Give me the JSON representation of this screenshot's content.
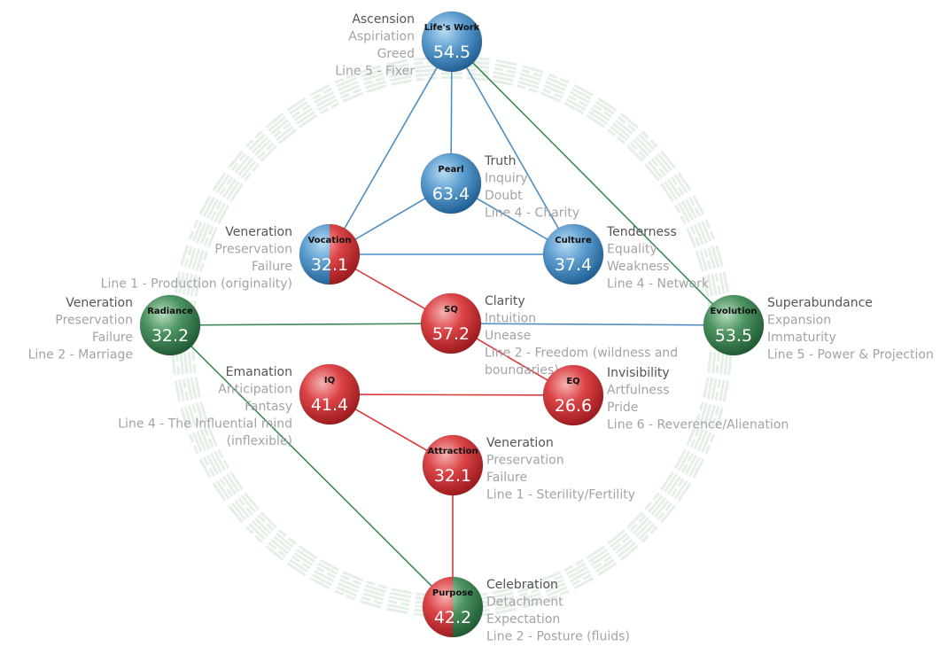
{
  "colors": {
    "blue": "#4f8ec2",
    "red": "#d9393c",
    "green": "#3d8a55",
    "ring": "#e4efe6",
    "label_primary": "#555555",
    "label_secondary": "#a3a3a3"
  },
  "gates": [
    {
      "id": "lifes-work",
      "name": "Life's Work",
      "value": "54.5",
      "fill": [
        "blue"
      ],
      "labels": [
        "Ascension",
        "Aspiriation",
        "Greed",
        "Line 5 - Fixer"
      ],
      "side": "left"
    },
    {
      "id": "pearl",
      "name": "Pearl",
      "value": "63.4",
      "fill": [
        "blue"
      ],
      "labels": [
        "Truth",
        "Inquiry",
        "Doubt",
        "Line 4 - Charity"
      ],
      "side": "right"
    },
    {
      "id": "vocation",
      "name": "Vocation",
      "value": "32.1",
      "fill": [
        "blue",
        "red"
      ],
      "labels": [
        "Veneration",
        "Preservation",
        "Failure",
        "Line 1 - Production (originality)"
      ],
      "side": "left"
    },
    {
      "id": "culture",
      "name": "Culture",
      "value": "37.4",
      "fill": [
        "blue"
      ],
      "labels": [
        "Tenderness",
        "Equality",
        "Weakness",
        "Line 4 - Network"
      ],
      "side": "right"
    },
    {
      "id": "radiance",
      "name": "Radiance",
      "value": "32.2",
      "fill": [
        "green"
      ],
      "labels": [
        "Veneration",
        "Preservation",
        "Failure",
        "Line 2 - Marriage"
      ],
      "side": "left"
    },
    {
      "id": "sq",
      "name": "SQ",
      "value": "57.2",
      "fill": [
        "red"
      ],
      "labels": [
        "Clarity",
        "Intuition",
        "Unease",
        "Line 2 - Freedom (wildness and",
        "boundaries)"
      ],
      "side": "right"
    },
    {
      "id": "evolution",
      "name": "Evolution",
      "value": "53.5",
      "fill": [
        "green"
      ],
      "labels": [
        "Superabundance",
        "Expansion",
        "Immaturity",
        "Line 5 - Power & Projection"
      ],
      "side": "right"
    },
    {
      "id": "iq",
      "name": "IQ",
      "value": "41.4",
      "fill": [
        "red"
      ],
      "labels": [
        "Emanation",
        "Anticipation",
        "Fantasy",
        "Line 4 - The Influential mind",
        "(inflexible)"
      ],
      "side": "left"
    },
    {
      "id": "eq",
      "name": "EQ",
      "value": "26.6",
      "fill": [
        "red"
      ],
      "labels": [
        "Invisibility",
        "Artfulness",
        "Pride",
        "Line 6 - Reverence/Alienation"
      ],
      "side": "right"
    },
    {
      "id": "attraction",
      "name": "Attraction",
      "value": "32.1",
      "fill": [
        "red"
      ],
      "labels": [
        "Veneration",
        "Preservation",
        "Failure",
        "Line 1 - Sterility/Fertility"
      ],
      "side": "right"
    },
    {
      "id": "purpose",
      "name": "Purpose",
      "value": "42.2",
      "fill": [
        "red",
        "green"
      ],
      "labels": [
        "Celebration",
        "Detachment",
        "Expectation",
        "Line 2 - Posture (fluids)"
      ],
      "side": "right"
    }
  ],
  "connections": [
    {
      "from": "lifes-work",
      "to": "pearl",
      "color": "blue"
    },
    {
      "from": "lifes-work",
      "to": "vocation",
      "color": "blue"
    },
    {
      "from": "lifes-work",
      "to": "culture",
      "color": "blue"
    },
    {
      "from": "lifes-work",
      "to": "evolution",
      "color": "green"
    },
    {
      "from": "pearl",
      "to": "vocation",
      "color": "blue"
    },
    {
      "from": "pearl",
      "to": "culture",
      "color": "blue"
    },
    {
      "from": "vocation",
      "to": "culture",
      "color": "blue"
    },
    {
      "from": "vocation",
      "to": "sq",
      "color": "red"
    },
    {
      "from": "radiance",
      "to": "sq",
      "color": "green"
    },
    {
      "from": "sq",
      "to": "evolution",
      "color": "blue"
    },
    {
      "from": "sq",
      "to": "eq",
      "color": "red"
    },
    {
      "from": "iq",
      "to": "eq",
      "color": "red"
    },
    {
      "from": "iq",
      "to": "attraction",
      "color": "red"
    },
    {
      "from": "attraction",
      "to": "purpose",
      "color": "red"
    },
    {
      "from": "radiance",
      "to": "purpose",
      "color": "green"
    }
  ]
}
